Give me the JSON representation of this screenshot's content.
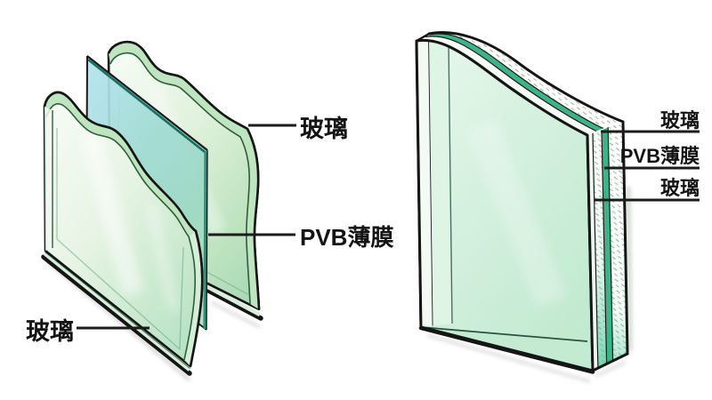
{
  "diagram": {
    "background": "#ffffff",
    "outline_color": "#1a1a1a",
    "colors": {
      "glass_face_green": "#cfeeda",
      "glass_edge_band_green": "#bfe4c0",
      "pvb_film_blue": "#a9def0",
      "pvb_layer_green": "#3eb389",
      "label_text": "#141414"
    },
    "left": {
      "labels": {
        "glass_top": "玻璃",
        "pvb_film": "PVB薄膜",
        "glass_bottom": "玻璃"
      }
    },
    "right": {
      "labels": {
        "glass_outer": "玻璃",
        "pvb_film": "PVB薄膜",
        "glass_inner": "玻璃"
      }
    }
  }
}
